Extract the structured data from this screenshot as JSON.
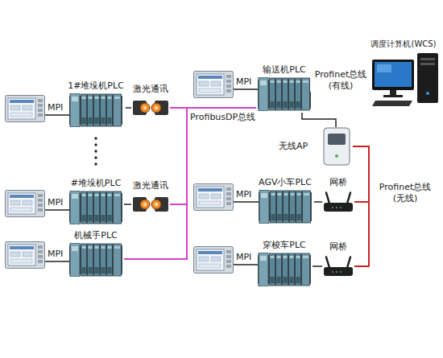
{
  "diagram": {
    "nodes": [
      {
        "text": [
          "1#堆垛机PLC"
        ]
      },
      {
        "text": [
          "#堆垛机PLC"
        ]
      },
      {
        "text": [
          "机械手PLC"
        ]
      },
      {
        "text": [
          "激光通讯"
        ]
      },
      {
        "text": [
          "激光通讯"
        ]
      },
      {
        "text": [
          "输送机PLC"
        ]
      },
      {
        "text": [
          "调度计算机(WCS)"
        ]
      },
      {
        "text": [
          "无线AP"
        ]
      },
      {
        "text": [
          "AGV小车PLC"
        ]
      },
      {
        "text": [
          "穿梭车PLC"
        ]
      },
      {
        "text": [
          "网桥"
        ]
      },
      {
        "text": [
          "网桥"
        ]
      }
    ],
    "edges": [
      {
        "from": 0,
        "to": 3,
        "arrow": "none"
      },
      {
        "from": 1,
        "to": 4,
        "arrow": "none"
      },
      {
        "from": 3,
        "to": 5,
        "arrow": "none"
      },
      {
        "from": 4,
        "to": 5,
        "arrow": "none"
      },
      {
        "from": 2,
        "to": 5,
        "arrow": "none"
      },
      {
        "from": 5,
        "to": 6,
        "label": "Profinet总线 (有线)",
        "arrow": "none"
      },
      {
        "from": 5,
        "to": 7,
        "arrow": "none"
      },
      {
        "from": 7,
        "to": 10,
        "arrow": "none"
      },
      {
        "from": 7,
        "to": 11,
        "arrow": "none"
      },
      {
        "from": 8,
        "to": 10,
        "arrow": "none"
      },
      {
        "from": 9,
        "to": 11,
        "arrow": "none"
      }
    ],
    "labels": [
      "MPI",
      "MPI",
      "MPI",
      "MPI",
      "MPI",
      "MPI",
      "ProfibusDP总线",
      "Profinet总线 (无线)"
    ]
  }
}
